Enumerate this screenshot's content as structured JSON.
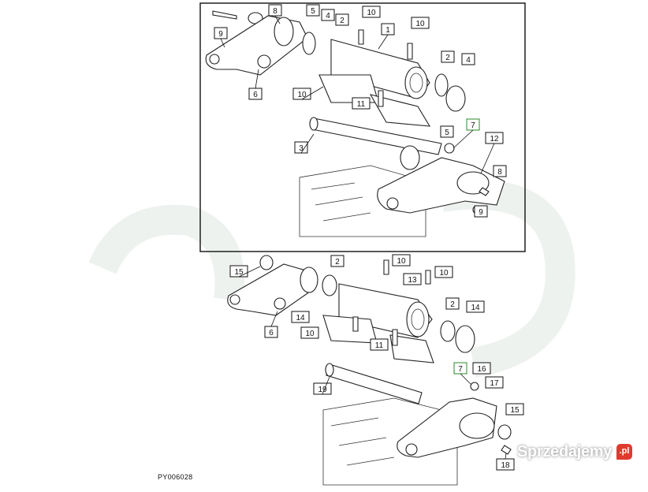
{
  "diagram": {
    "caption": "PY006028",
    "brand": {
      "name": "Sprzedajemy",
      "badge": ".pl",
      "accent": "#e03a2e"
    },
    "frame_color": "#111111",
    "highlight_color": "#2a8a2a",
    "top_callouts": [
      "8",
      "5",
      "4",
      "10",
      "1",
      "10",
      "2",
      "9",
      "2",
      "4",
      "6",
      "10",
      "11",
      "5",
      "7",
      "12",
      "3",
      "8",
      "9"
    ],
    "bottom_callouts": [
      "2",
      "10",
      "10",
      "15",
      "13",
      "2",
      "14",
      "14",
      "6",
      "10",
      "11",
      "7",
      "16",
      "17",
      "19",
      "15",
      "18"
    ]
  }
}
